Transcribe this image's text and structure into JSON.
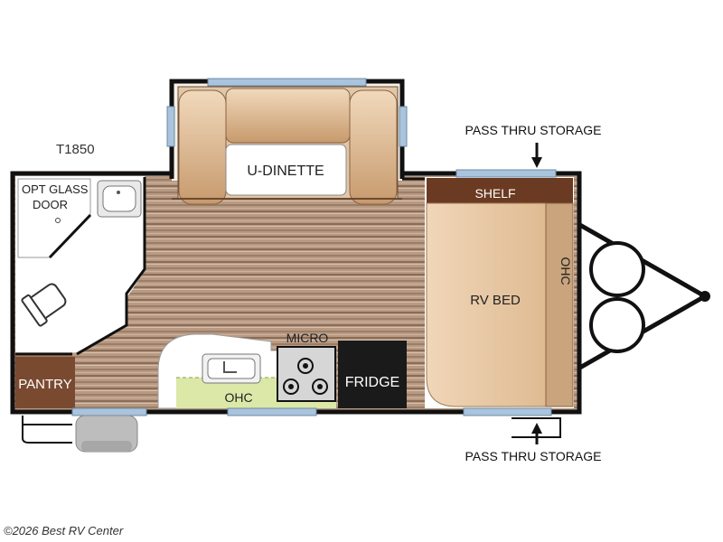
{
  "model": "T1850",
  "labels": {
    "u_dinette": "U-DINETTE",
    "opt_glass_door_line1": "OPT GLASS",
    "opt_glass_door_line2": "DOOR",
    "pass_thru_top": "PASS THRU STORAGE",
    "pass_thru_bottom": "PASS THRU STORAGE",
    "shelf": "SHELF",
    "ohc_bed": "OHC",
    "rv_bed": "RV BED",
    "micro": "MICRO",
    "fridge": "FRIDGE",
    "ohc_kitchen": "OHC",
    "pantry": "PANTRY"
  },
  "copyright": "©2026 Best RV Center",
  "colors": {
    "wall": "#111111",
    "floor_light": "#b89a82",
    "floor_dark": "#8a6c58",
    "bed": "#e8c9a6",
    "shelf": "#6b3a22",
    "window": "#a9c4dc",
    "counter_accent": "#dbe8a8",
    "fridge": "#1a1a1a",
    "pantry": "#7a4a30"
  }
}
